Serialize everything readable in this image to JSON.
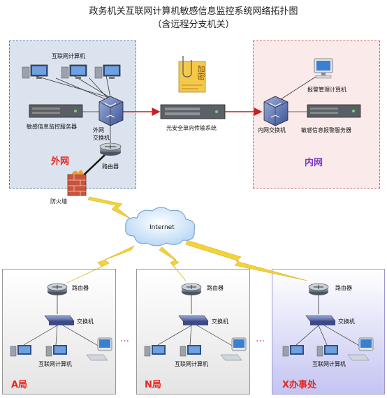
{
  "title": {
    "line1": "政务机关互联网计算机敏感信息监控系统网络拓扑图",
    "line2": "（含远程分支机关）"
  },
  "outer_net": {
    "zone_label": "外网",
    "computers_label": "互联网计算机",
    "monitor_server_label": "敏感信息监控服务器",
    "switch_label_1": "外网",
    "switch_label_2": "交换机",
    "router_label": "路由器",
    "firewall_label": "防火墙"
  },
  "transfer": {
    "label": "光安全单向传输系统",
    "badge_text": "加密"
  },
  "inner_net": {
    "zone_label": "内网",
    "alarm_pc_label": "报警管理计算机",
    "switch_label": "内网交换机",
    "alarm_server_label": "敏感信息报警服务器"
  },
  "cloud_label": "Internet",
  "branches": [
    {
      "name": "A局",
      "router": "路由器",
      "switch": "交换机",
      "computers": "互联网计算机"
    },
    {
      "name": "N局",
      "router": "路由器",
      "switch": "交换机",
      "computers": "互联网计算机"
    },
    {
      "name": "X办事处",
      "router": "路由器",
      "switch": "交换机",
      "computers": "互联网计算机"
    }
  ],
  "ellipsis": "…",
  "colors": {
    "outer_fill": "#dbe3ee",
    "outer_border": "#5a7bb5",
    "inner_fill": "#fbeaea",
    "inner_border": "#d06a6a",
    "outer_text": "#e8261f",
    "inner_text": "#7a3cc0",
    "branch_text": "#e8261f",
    "lightning": "#f3d23a",
    "arrow": "#cc1c1c"
  }
}
